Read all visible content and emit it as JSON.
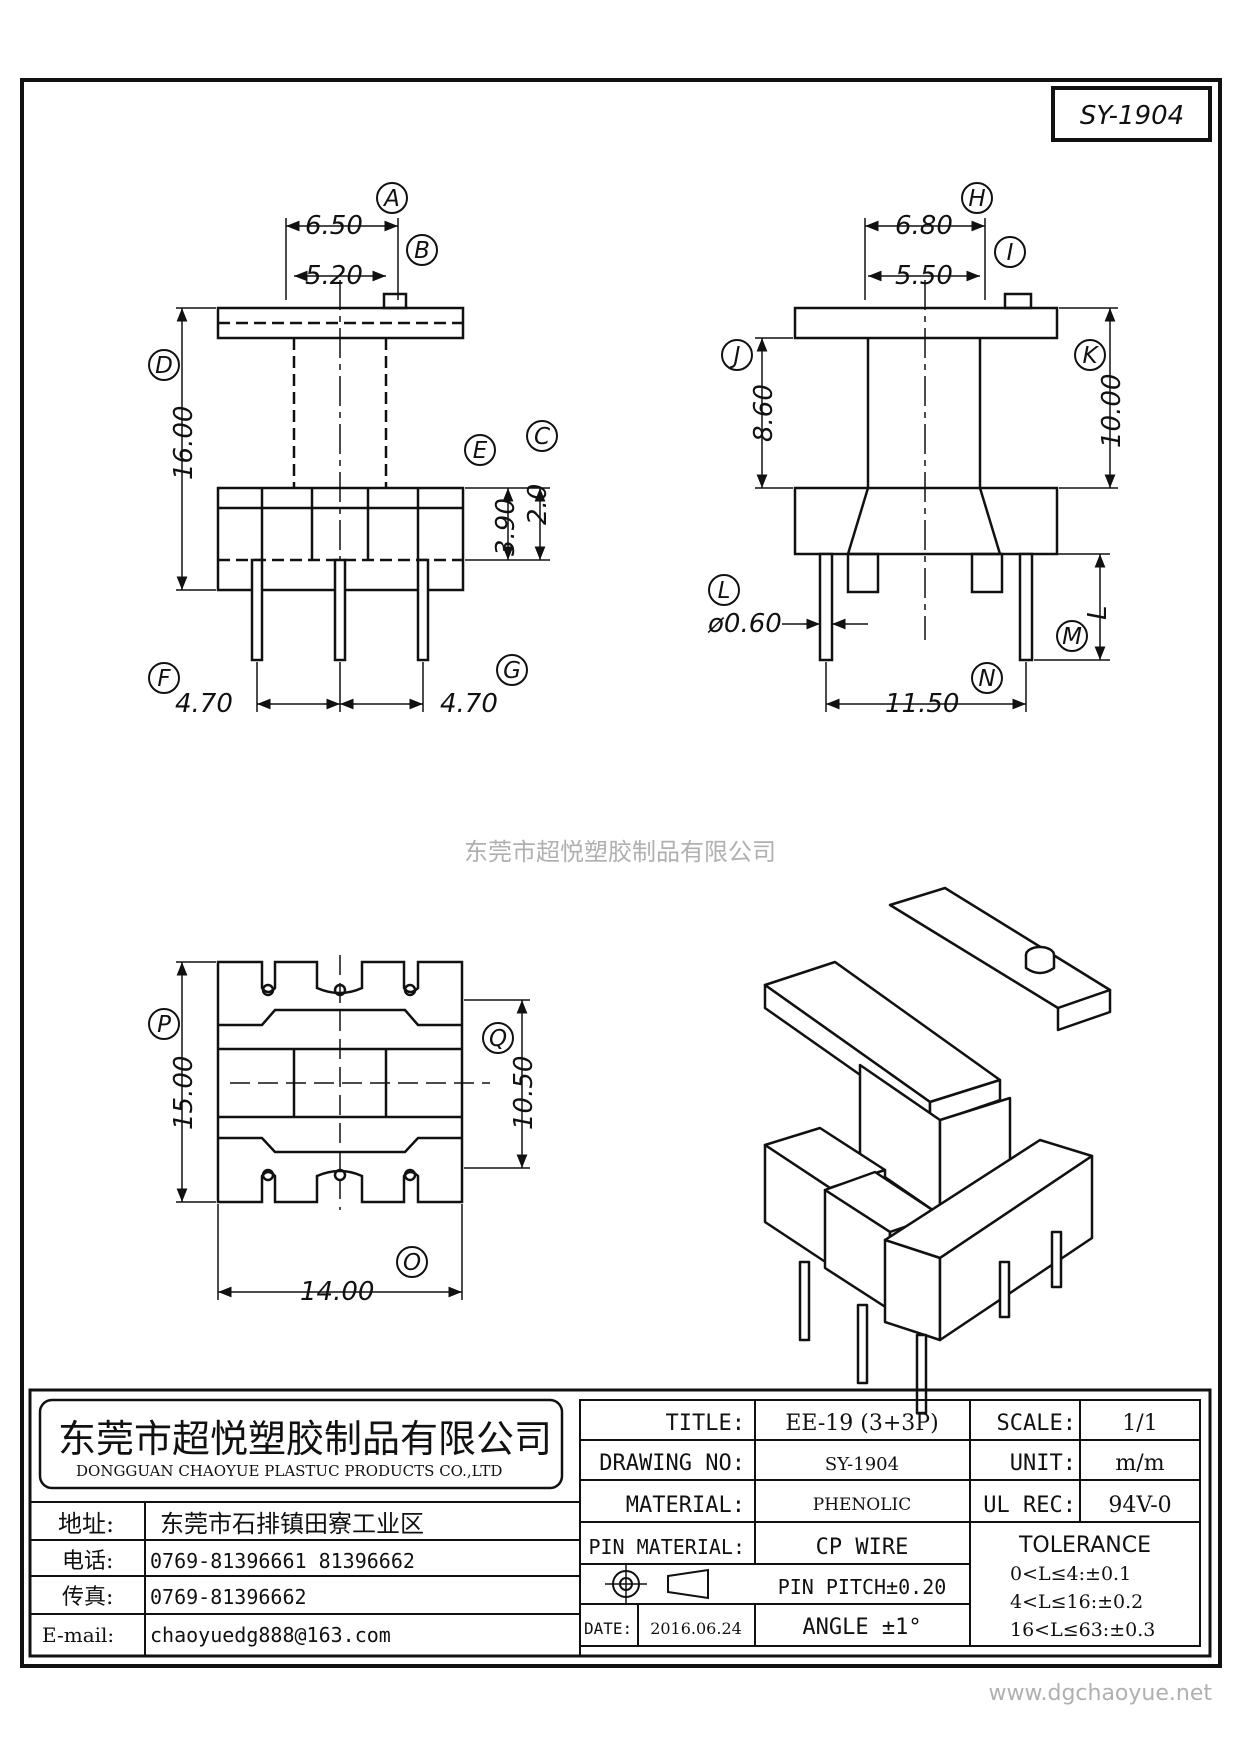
{
  "drawing_code": "SY-1904",
  "center_watermark": "东莞市超悦塑胶制品有限公司",
  "site_watermark": "www.dgchaoyue.net",
  "front_view": {
    "dims": [
      "6.50",
      "5.20",
      "16.00",
      "3.90",
      "2.0",
      "4.70",
      "4.70"
    ],
    "labels": [
      "A",
      "B",
      "C",
      "D",
      "E",
      "F",
      "G"
    ]
  },
  "side_view": {
    "dims": [
      "6.80",
      "5.50",
      "8.60",
      "10.00",
      "ø0.60",
      "11.50",
      "L"
    ],
    "labels": [
      "H",
      "I",
      "J",
      "K",
      "L",
      "M",
      "N"
    ]
  },
  "bottom_view": {
    "dims": [
      "15.00",
      "10.50",
      "14.00"
    ],
    "labels": [
      "P",
      "Q",
      "O"
    ]
  },
  "title_block": {
    "company_cn": "东莞市超悦塑胶制品有限公司",
    "company_en": "DONGGUAN CHAOYUE PLASTUC PRODUCTS CO.,LTD",
    "address_label": "地址:",
    "address_value": "东莞市石排镇田寮工业区",
    "phone_label": "电话:",
    "phone_value": "0769-81396661  81396662",
    "fax_label": "传真:",
    "fax_value": "0769-81396662",
    "email_label": "E-mail:",
    "email_value": "chaoyuedg888@163.com",
    "title_label": "TITLE:",
    "title_value": "EE-19 (3+3P)",
    "scale_label": "SCALE:",
    "scale_value": "1/1",
    "drawing_no_label": "DRAWING NO:",
    "drawing_no_value": "SY-1904",
    "unit_label": "UNIT:",
    "unit_value": "m/m",
    "material_label": "MATERIAL:",
    "material_value": "PHENOLIC",
    "ul_label": "UL REC:",
    "ul_value": "94V-0",
    "pin_material_label": "PIN MATERIAL:",
    "pin_material_value": "CP WIRE",
    "tolerance_label": "TOLERANCE",
    "pin_pitch": "PIN PITCH±0.20",
    "angle": "ANGLE  ±1°",
    "date_label": "DATE:",
    "date_value": "2016.06.24",
    "tolerances": [
      "0<L≤4:±0.1",
      "4<L≤16:±0.2",
      "16<L≤63:±0.3"
    ]
  }
}
